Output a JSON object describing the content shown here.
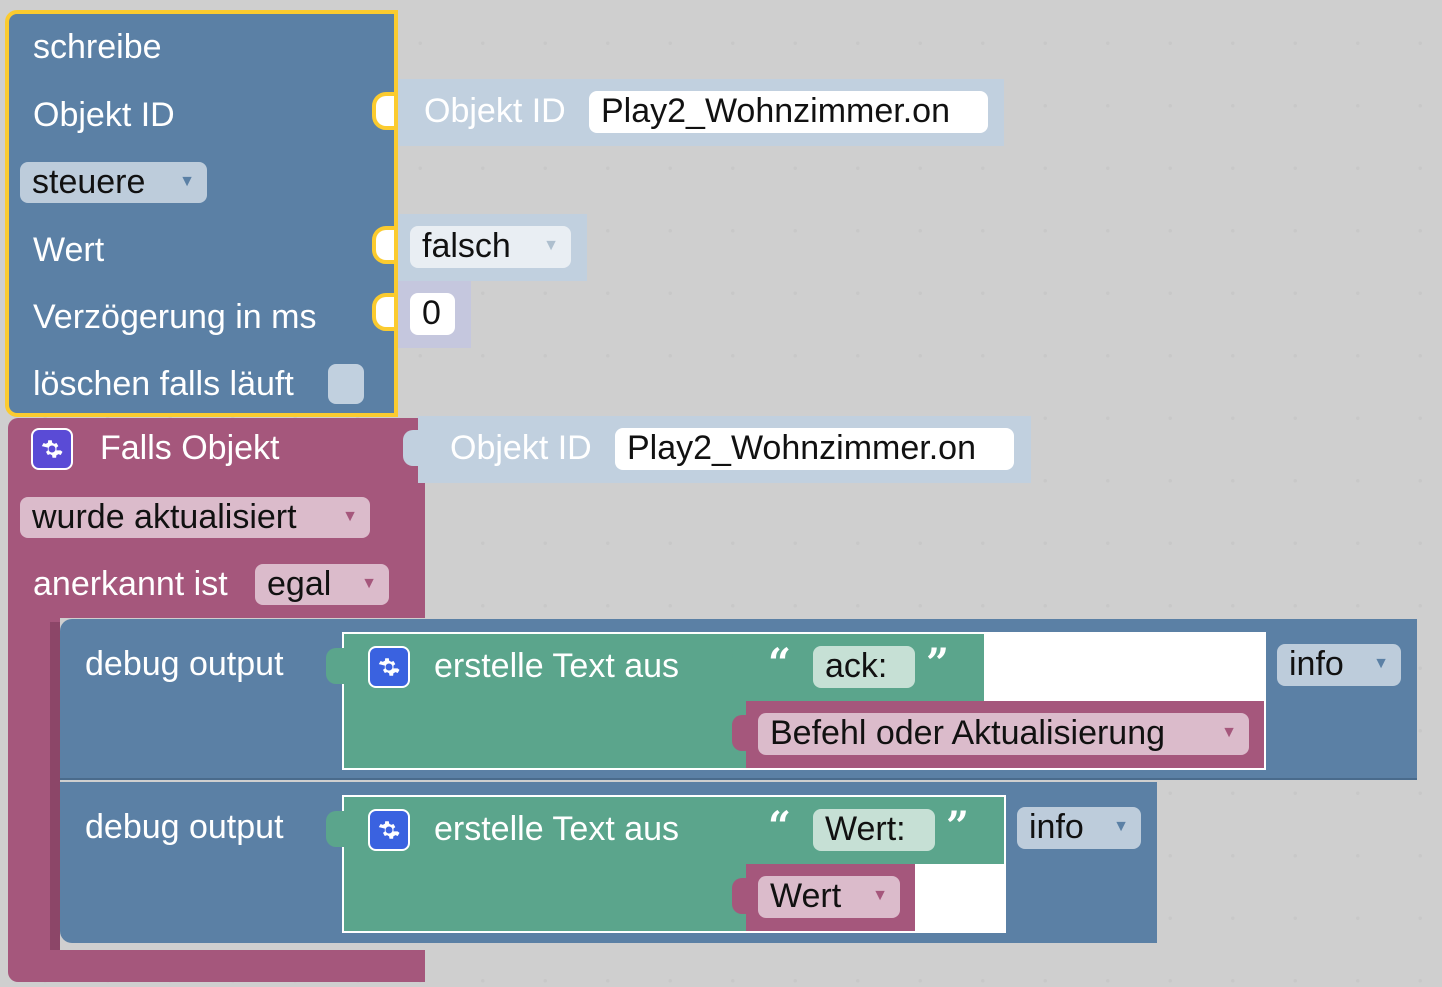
{
  "write_block": {
    "title": "schreibe",
    "object_id_label": "Objekt ID",
    "mode_value": "steuere",
    "value_label": "Wert",
    "delay_label": "Verzögerung in ms",
    "clear_label": "löschen falls läuft"
  },
  "write_object": {
    "label": "Objekt ID",
    "value": "Play2_Wohnzimmer.on"
  },
  "write_value": {
    "value": "falsch"
  },
  "write_delay": {
    "value": "0"
  },
  "trigger_block": {
    "title": "Falls Objekt",
    "event_value": "wurde aktualisiert",
    "ack_label": "anerkannt ist",
    "ack_value": "egal"
  },
  "trigger_object": {
    "label": "Objekt ID",
    "value": "Play2_Wohnzimmer.on"
  },
  "debug1": {
    "label": "debug output",
    "text_join_label": "erstelle Text aus",
    "string_value": "ack:",
    "source_value": "Befehl oder Aktualisierung",
    "level_value": "info"
  },
  "debug2": {
    "label": "debug output",
    "text_join_label": "erstelle Text aus",
    "string_value": "Wert:",
    "source_value": "Wert",
    "level_value": "info"
  },
  "colors": {
    "write_block": "#5b80a5",
    "trigger_block": "#a5577c",
    "debug_block": "#5b80a5",
    "text_block": "#5ba58c",
    "object_block": "#c1d0df",
    "selection": "#fbcb2f"
  },
  "icons": {
    "gear": "gear-icon",
    "quote_open": "quote-open-icon",
    "quote_close": "quote-close-icon",
    "dropdown": "chevron-down-icon"
  }
}
